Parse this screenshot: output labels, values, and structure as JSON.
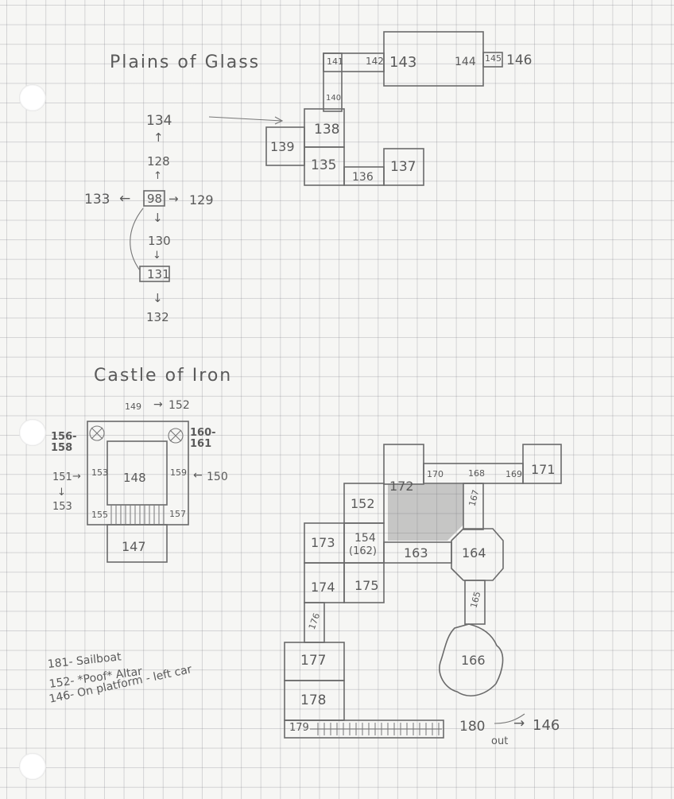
{
  "plains": {
    "title": "Plains of Glass",
    "rooms": [
      "141",
      "142",
      "143",
      "144",
      "145",
      "146",
      "140",
      "138",
      "139",
      "135",
      "136",
      "137"
    ],
    "flow": [
      "134",
      "128",
      "98",
      "133",
      "129",
      "130",
      "131",
      "132"
    ],
    "arrows": {
      "up": "↑",
      "down": "↓",
      "left": "←",
      "right": "→"
    }
  },
  "castle": {
    "title": "Castle of Iron",
    "rooms": [
      "149",
      "152",
      "156-158",
      "160-161",
      "151",
      "153",
      "148",
      "159",
      "150",
      "155",
      "157",
      "147"
    ],
    "lower": [
      "171",
      "170",
      "168",
      "169",
      "172",
      "152",
      "167",
      "173",
      "154",
      "(162)",
      "163",
      "164",
      "174",
      "175",
      "176",
      "165",
      "177",
      "166",
      "178",
      "179",
      "180",
      "146",
      "out"
    ]
  },
  "notes": [
    "181- Sailboat",
    "152- *Poof* Altar",
    "146- On platform - left car"
  ]
}
